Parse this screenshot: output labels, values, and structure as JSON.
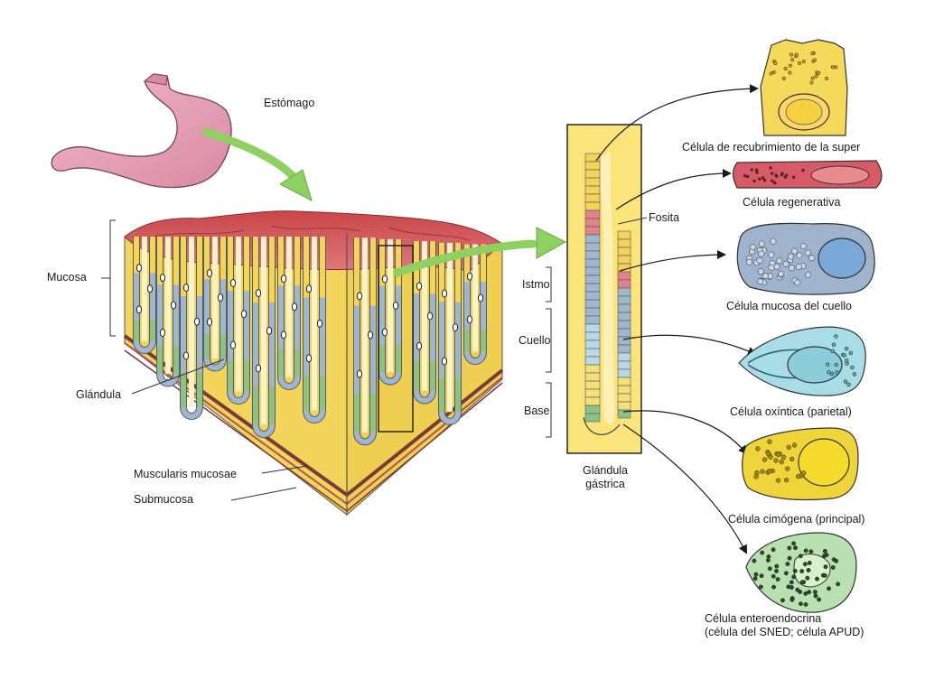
{
  "colors": {
    "mucosa_pink": "#d9585a",
    "tissue_yellow": "#f2d45a",
    "cell_blue": "#9fb6cf",
    "cell_green": "#8cc28a",
    "stomach_pink": "#e9a0b7",
    "arrow_green": "#a8e07a",
    "parietal_cyan": "#a9dde6",
    "chief_yellow": "#f0d53a"
  },
  "labels": {
    "stomach": "Estómago",
    "mucosa": "Mucosa",
    "glandula": "Glándula",
    "muscularis": "Muscularis mucosae",
    "submucosa": "Submucosa",
    "fosita": "Fosita",
    "istmo": "Istmo",
    "cuello": "Cuello",
    "base": "Base",
    "gastric_gland_line1": "Glándula",
    "gastric_gland_line2": "gástrica"
  },
  "cells": [
    {
      "label": "Célula de recubrimiento de la super"
    },
    {
      "label": "Célula regenerativa"
    },
    {
      "label": "Célula mucosa del cuello"
    },
    {
      "label": "Célula oxíntica (parietal)"
    },
    {
      "label": "Célula cimógena (principal)"
    },
    {
      "label_line1": "Célula enteroendocrina",
      "label_line2": "(célula del SNED; célula APUD)"
    }
  ]
}
